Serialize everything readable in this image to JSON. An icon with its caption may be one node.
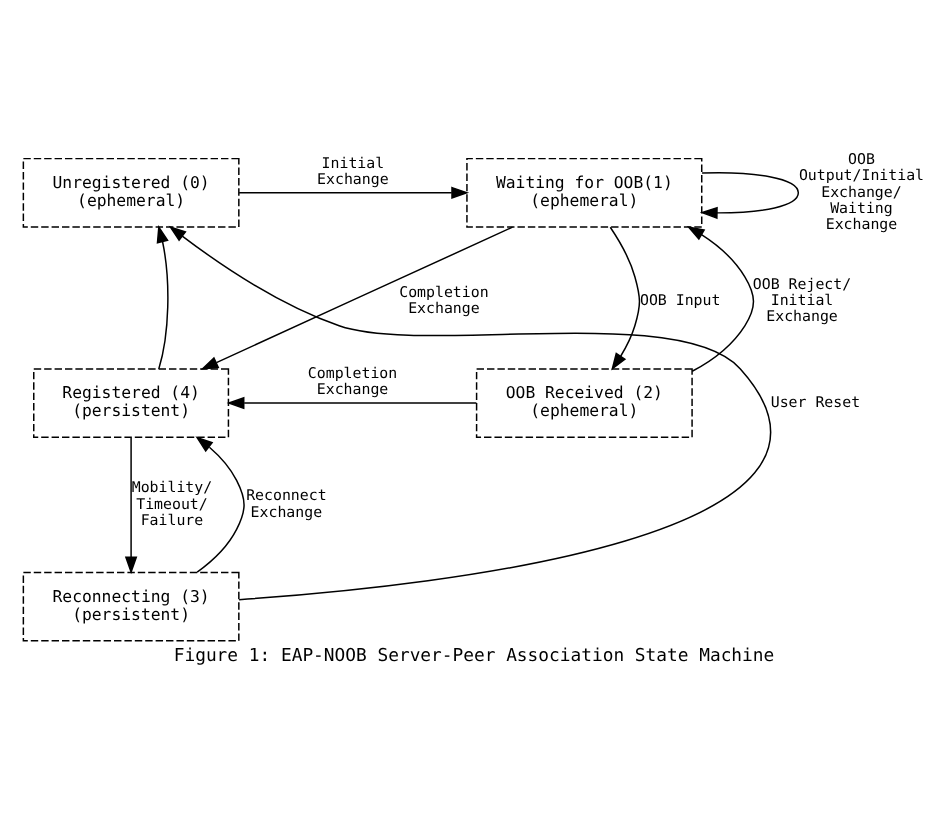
{
  "diagram": {
    "caption": "Figure 1: EAP-NOOB Server-Peer Association State Machine",
    "nodes": [
      {
        "text": [
          "Unregistered (0)",
          "(ephemeral)"
        ]
      },
      {
        "text": [
          "Waiting for OOB(1)",
          "(ephemeral)"
        ]
      },
      {
        "text": [
          "Registered (4)",
          "(persistent)"
        ]
      },
      {
        "text": [
          "OOB Received (2)",
          "(ephemeral)"
        ]
      },
      {
        "text": [
          "Reconnecting (3)",
          "(persistent)"
        ]
      }
    ],
    "edges": [
      {
        "from": 0,
        "to": 1,
        "arrow": "to",
        "label": "Initial Exchange"
      },
      {
        "from": 1,
        "to": 1,
        "arrow": "to",
        "label": "OOB Output/Initial Exchange/ Waiting Exchange"
      },
      {
        "from": 1,
        "to": 2,
        "arrow": "to",
        "label": "Completion Exchange"
      },
      {
        "from": 1,
        "to": 3,
        "arrow": "to",
        "label": "OOB Input"
      },
      {
        "from": 3,
        "to": 1,
        "arrow": "to",
        "label": "OOB Reject/ Initial Exchange"
      },
      {
        "from": 3,
        "to": 2,
        "arrow": "to",
        "label": "Completion Exchange"
      },
      {
        "from": 2,
        "to": 4,
        "arrow": "to",
        "label": "Mobility/ Timeout/ Failure"
      },
      {
        "from": 4,
        "to": 2,
        "arrow": "to",
        "label": "Reconnect Exchange"
      },
      {
        "from": 4,
        "to": 0,
        "arrow": "to",
        "label": "User Reset"
      },
      {
        "from": 2,
        "to": 0,
        "arrow": "to"
      }
    ]
  }
}
